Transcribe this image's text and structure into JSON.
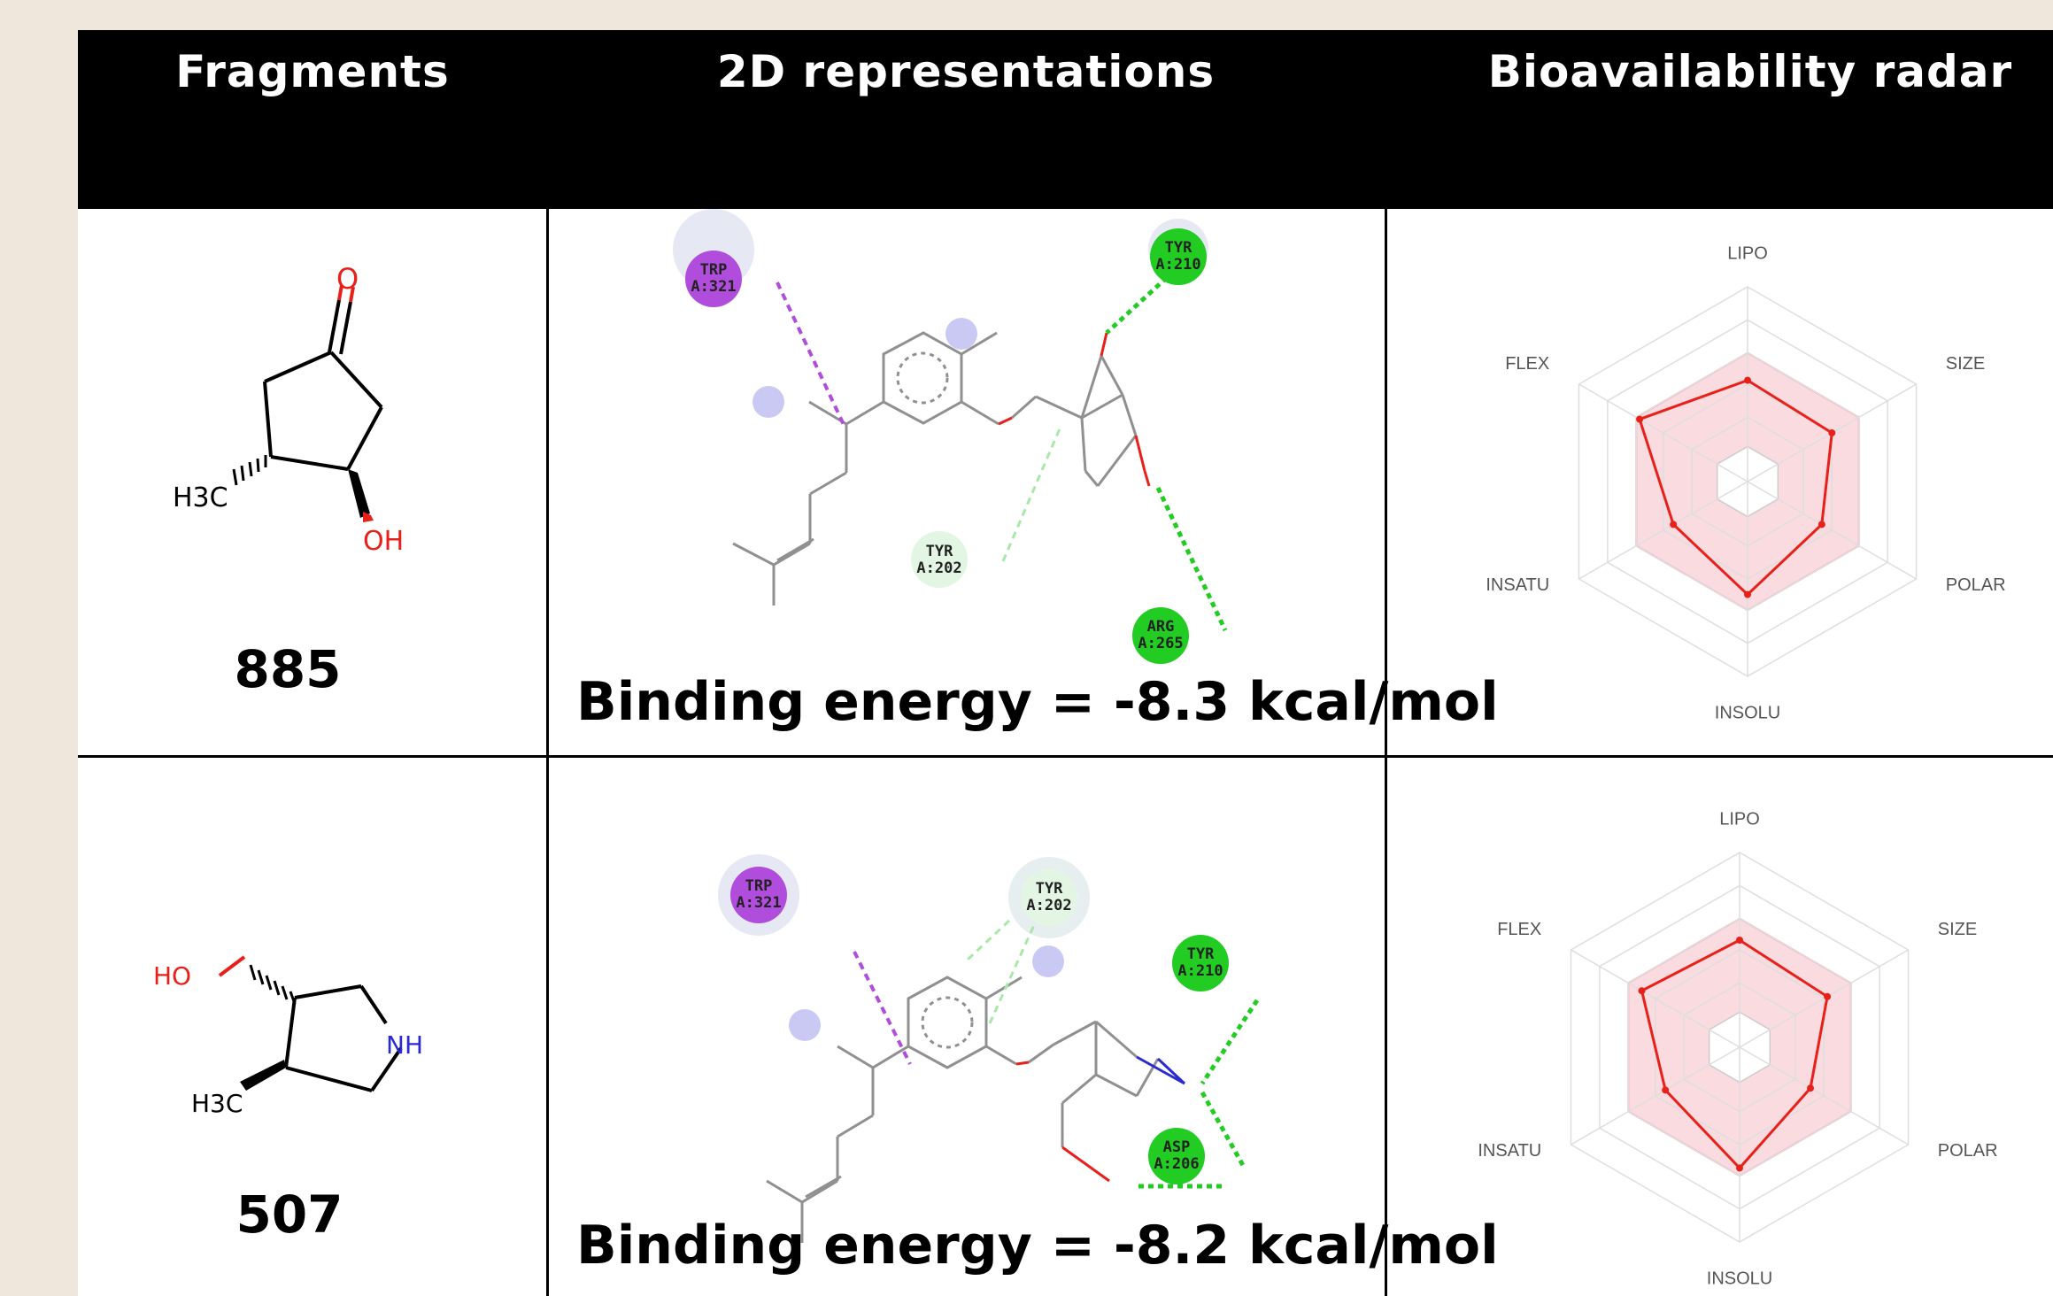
{
  "table": {
    "headers": [
      "Fragments",
      "2D representations",
      "Bioavailability radar"
    ],
    "rows": [
      {
        "fragment_id": "885",
        "fragment_atoms": {
          "carbonyl_o": "O",
          "methyl": "H3C",
          "hydroxyl": "OH"
        },
        "residues": [
          {
            "name": "TRP",
            "chain": "A:321",
            "type": "pi"
          },
          {
            "name": "TYR",
            "chain": "A:210",
            "type": "hbond"
          },
          {
            "name": "TYR",
            "chain": "A:202",
            "type": "weak"
          },
          {
            "name": "ARG",
            "chain": "A:265",
            "type": "hbond"
          }
        ],
        "binding_energy": "Binding energy = -8.3 kcal/mol"
      },
      {
        "fragment_id": "507",
        "fragment_atoms": {
          "hydroxyl": "HO",
          "amine": "NH",
          "methyl": "H3C"
        },
        "residues": [
          {
            "name": "TRP",
            "chain": "A:321",
            "type": "pi"
          },
          {
            "name": "TYR",
            "chain": "A:202",
            "type": "weak"
          },
          {
            "name": "TYR",
            "chain": "A:210",
            "type": "hbond"
          },
          {
            "name": "ASP",
            "chain": "A:206",
            "type": "hbond"
          }
        ],
        "binding_energy": "Binding energy = -8.2 kcal/mol"
      }
    ]
  },
  "radar": {
    "axes": [
      "LIPO",
      "SIZE",
      "POLAR",
      "INSOLU",
      "INSATU",
      "FLEX"
    ],
    "row1_values": [
      0.52,
      0.5,
      0.44,
      0.58,
      0.44,
      0.64
    ],
    "row2_values": [
      0.55,
      0.52,
      0.42,
      0.62,
      0.44,
      0.58
    ]
  },
  "colors": {
    "header_bg": "#000000",
    "header_text": "#ffffff",
    "oxygen": "#e8201a",
    "nitrogen": "#2a2ad0",
    "pi_interaction": "#b04ddc",
    "hbond": "#22cc22",
    "weak_hbond": "#a8e8a8",
    "radar_line": "#e8201a",
    "radar_fill": "#f7c7cf"
  }
}
